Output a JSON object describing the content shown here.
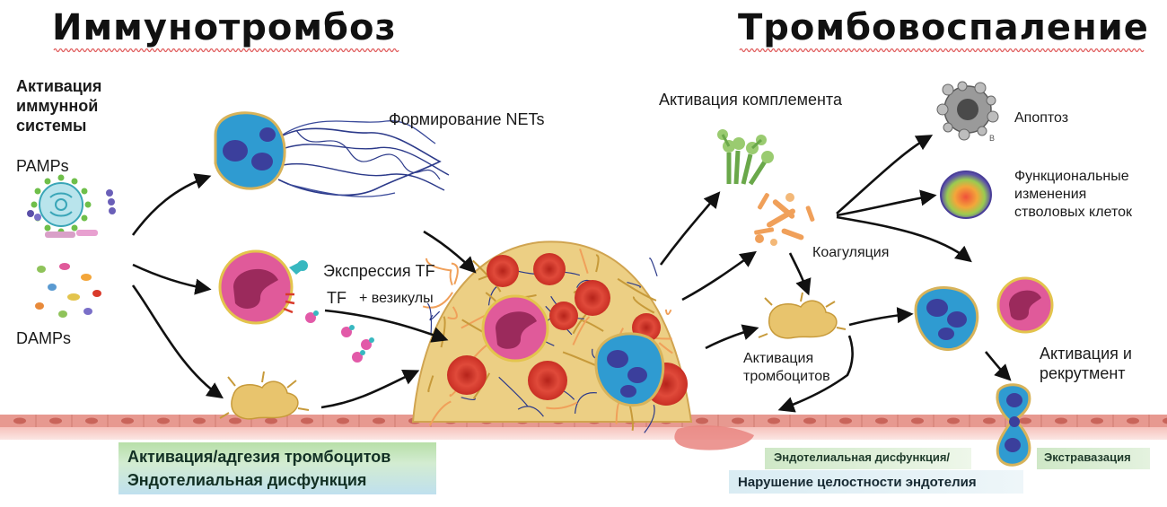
{
  "titles": {
    "left": "Иммунотромбоз",
    "right": "Тромбовоспаление"
  },
  "labels": {
    "immune_activation": [
      "Активация",
      "иммунной",
      "системы"
    ],
    "pamps": "PAMPs",
    "damps": "DAMPs",
    "nets": "Формирование NETs",
    "tf_expression": "Экспрессия TF",
    "tf": "TF",
    "vesicles": "+ везикулы",
    "complement": "Активация комплемента",
    "apoptosis": "Апоптоз",
    "stem_cells": [
      "Функциональные",
      "изменения",
      "стволовых клеток"
    ],
    "coagulation": "Коагуляция",
    "platelet_activation": [
      "Активация",
      "тромбоцитов"
    ],
    "activation_recruitment": [
      "Активация и",
      "рекрутмент"
    ],
    "band_left_1": "Активация/адгезия тромбоцитов",
    "band_left_2": "Эндотелиальная дисфункция",
    "band_mid_1": "Эндотелиальная дисфункция/",
    "band_mid_2": "Нарушение целостности эндотелия",
    "band_right": "Экстравазация",
    "apoptosis_mark": "B"
  },
  "colors": {
    "endothelium": "#f2b3ac",
    "endothelium_dark": "#d9776e",
    "platelet": "#e8c46d",
    "rbc": "#d93a2b",
    "neutrophil": "#2f9bd1",
    "nucleus": "#3b3f9c",
    "monocyte": "#e05a9a",
    "monocyte_nucleus": "#9b2a5c",
    "dna": "#2c3a8a",
    "complement": "#8cc06a",
    "fibrin": "#f0a05a"
  }
}
